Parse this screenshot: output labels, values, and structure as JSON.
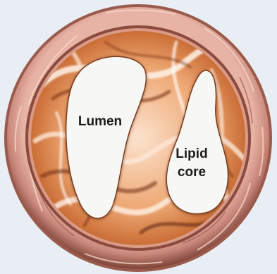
{
  "diagram": {
    "labels": {
      "lumen": "Lumen",
      "lipid_core_line1": "Lipid",
      "lipid_core_line2": "core"
    },
    "colors": {
      "background": "#e8eef3",
      "vessel_wall": "#c98a7a",
      "vessel_wall_highlight": "#f3d0c4",
      "vessel_wall_shadow": "#8a4e44",
      "plaque_base": "#e9a06e",
      "plaque_dark": "#6b2e12",
      "plaque_light": "#fbe7d8",
      "cavity_fill": "#f7f7f5",
      "label_text": "#1a1a1a"
    }
  }
}
